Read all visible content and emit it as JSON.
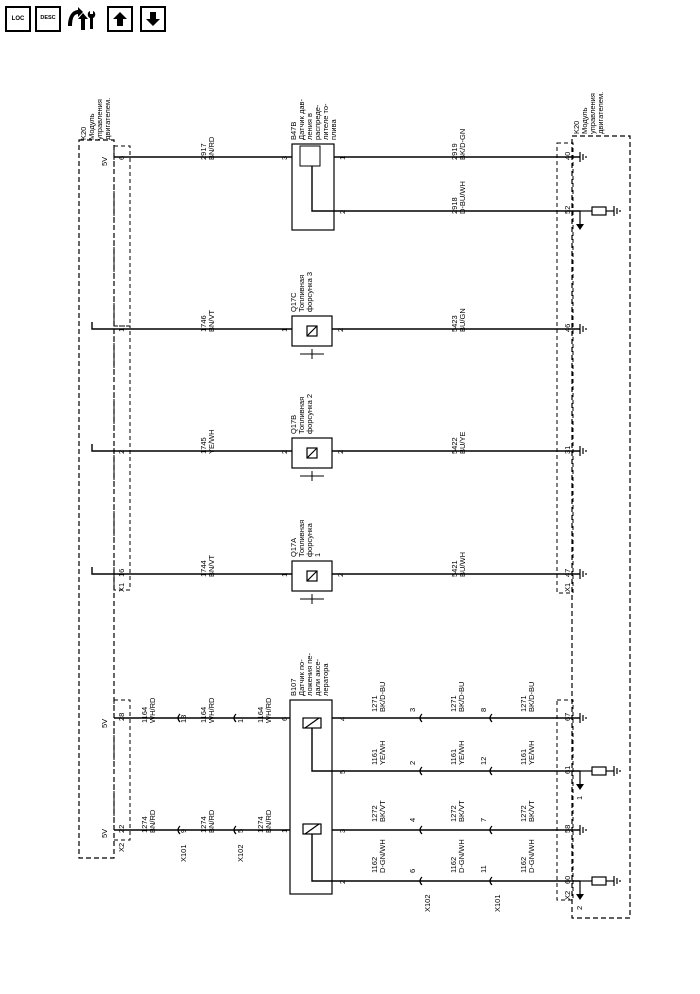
{
  "toolbar": {
    "loc_label": "LOC",
    "desc_label": "DESC"
  },
  "modules": {
    "left": [
      "K20",
      "Модуль",
      "управления",
      "двигателем."
    ],
    "right": [
      "K20",
      "Модуль",
      "управления",
      "двигателем."
    ]
  },
  "connectors": {
    "x1": "X1",
    "x2": "X2",
    "x101": "X101",
    "x102": "X102"
  },
  "voltage": "5V",
  "sensors": {
    "b47b": [
      "B47B",
      "Датчик дав-",
      "ления в",
      "распреде-",
      "лителе то-",
      "плива"
    ],
    "q17c": [
      "Q17C",
      "Топливная",
      "форсунка 3"
    ],
    "q17b": [
      "Q17B",
      "Топливная",
      "форсунка 2"
    ],
    "q17a": [
      "Q17A",
      "Топливная",
      "форсунка",
      "1"
    ],
    "b107": [
      "B107",
      "Датчик по-",
      "ложения пе-",
      "дали аксе-",
      "лератора"
    ]
  },
  "wires": {
    "w2917": [
      "2917",
      "BN/RD"
    ],
    "w2919": [
      "2919",
      "BK/D-GN"
    ],
    "w2918": [
      "2918",
      "D-BU/WH"
    ],
    "w1746": [
      "1746",
      "BN/VT"
    ],
    "w5423": [
      "5423",
      "BU/GN"
    ],
    "w1745": [
      "1745",
      "YE/WH"
    ],
    "w5422": [
      "5422",
      "BU/YE"
    ],
    "w1744": [
      "1744",
      "BN/VT"
    ],
    "w5421": [
      "5421",
      "BU/WH"
    ],
    "w1164": [
      "1164",
      "WH/RD"
    ],
    "w1271": [
      "1271",
      "BK/D-BU"
    ],
    "w1161": [
      "1161",
      "YE/WH"
    ],
    "w1274": [
      "1274",
      "BN/RD"
    ],
    "w1272": [
      "1272",
      "BK/VT"
    ],
    "w1162": [
      "1162",
      "D-GN/WH"
    ]
  },
  "pins": {
    "k20_left": [
      "6",
      "1",
      "2",
      "16",
      "28",
      "22"
    ],
    "k20_right": [
      "40",
      "52",
      "46",
      "31",
      "47",
      "67",
      "61",
      "58",
      "60"
    ],
    "b47b": [
      "3",
      "1",
      "2"
    ],
    "inj_left": [
      "1",
      "2",
      "1"
    ],
    "inj_right": [
      "2",
      "2",
      "2"
    ],
    "b107": [
      "6",
      "4",
      "5",
      "1",
      "3",
      "2"
    ],
    "x101_top": [
      "13",
      "9"
    ],
    "x102_top": [
      "1",
      "5"
    ],
    "x102_bot": [
      "3",
      "2",
      "4",
      "6"
    ],
    "x101_bot": [
      "8",
      "12",
      "7",
      "11"
    ],
    "arrows": [
      "1",
      "2"
    ]
  }
}
